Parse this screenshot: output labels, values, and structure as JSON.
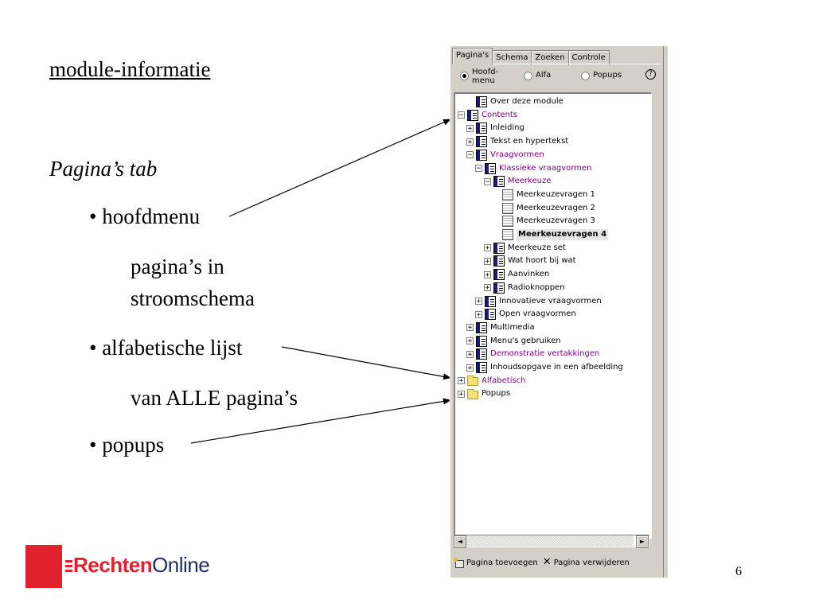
{
  "slide": {
    "title": "module-informatie",
    "subtitle": "Pagina’s tab",
    "bullets": [
      {
        "label": "• hoofdmenu",
        "detail_lines": [
          "pagina’s in",
          "stroomschema"
        ]
      },
      {
        "label": "• alfabetische lijst",
        "detail_lines": [
          "van ALLE pagina’s"
        ]
      },
      {
        "label": "• popups",
        "detail_lines": []
      }
    ],
    "page_number": "6"
  },
  "logo": {
    "part1": "Rechten",
    "part2": "Online",
    "mark": "E"
  },
  "panel": {
    "tabs": [
      "Pagina's",
      "Schema",
      "Zoeken",
      "Controle"
    ],
    "active_tab": "Pagina's",
    "radios": [
      {
        "label_line1": "Hoofd-",
        "label_line2": "menu",
        "checked": true
      },
      {
        "label_line1": "Alfa",
        "label_line2": "",
        "checked": false
      },
      {
        "label_line1": "Popups",
        "label_line2": "",
        "checked": false
      }
    ],
    "help_icon": "question-mark-icon",
    "help_glyph": "?",
    "tree": [
      {
        "label": "Over deze module",
        "icon": "book-icon",
        "expander": "",
        "purple": false,
        "selected": false
      },
      {
        "label": "Contents",
        "icon": "book-icon",
        "expander": "−",
        "purple": true,
        "selected": false
      },
      {
        "label": "Inleiding",
        "icon": "book-icon",
        "expander": "+",
        "purple": false,
        "selected": false
      },
      {
        "label": "Tekst en hypertekst",
        "icon": "book-icon",
        "expander": "+",
        "purple": false,
        "selected": false
      },
      {
        "label": "Vraagvormen",
        "icon": "book-icon",
        "expander": "−",
        "purple": true,
        "selected": false
      },
      {
        "label": "Klassieke vraagvormen",
        "icon": "book-icon",
        "expander": "−",
        "purple": true,
        "selected": false
      },
      {
        "label": "Meerkeuze",
        "icon": "book-icon",
        "expander": "−",
        "purple": true,
        "selected": false
      },
      {
        "label": "Meerkeuzevragen 1",
        "icon": "page-icon",
        "expander": "",
        "purple": false,
        "selected": false
      },
      {
        "label": "Meerkeuzevragen 2",
        "icon": "page-icon",
        "expander": "",
        "purple": false,
        "selected": false
      },
      {
        "label": "Meerkeuzevragen 3",
        "icon": "page-icon",
        "expander": "",
        "purple": false,
        "selected": false
      },
      {
        "label": "Meerkeuzevragen 4",
        "icon": "page-icon",
        "expander": "",
        "purple": false,
        "selected": true
      },
      {
        "label": "Meerkeuze set",
        "icon": "book-icon",
        "expander": "+",
        "purple": false,
        "selected": false
      },
      {
        "label": "Wat hoort bij wat",
        "icon": "book-icon",
        "expander": "+",
        "purple": false,
        "selected": false
      },
      {
        "label": "Aanvinken",
        "icon": "book-icon",
        "expander": "+",
        "purple": false,
        "selected": false
      },
      {
        "label": "Radioknoppen",
        "icon": "book-icon",
        "expander": "+",
        "purple": false,
        "selected": false
      },
      {
        "label": "Innovatieve vraagvormen",
        "icon": "book-icon",
        "expander": "+",
        "purple": false,
        "selected": false
      },
      {
        "label": "Open vraagvormen",
        "icon": "book-icon",
        "expander": "+",
        "purple": false,
        "selected": false
      },
      {
        "label": "Multimedia",
        "icon": "book-icon",
        "expander": "+",
        "purple": false,
        "selected": false
      },
      {
        "label": "Menu's gebruiken",
        "icon": "book-icon",
        "expander": "+",
        "purple": false,
        "selected": false
      },
      {
        "label": "Demonstratie vertakkingen",
        "icon": "book-icon",
        "expander": "+",
        "purple": true,
        "selected": false
      },
      {
        "label": "Inhoudsopgave in een afbeelding",
        "icon": "book-icon",
        "expander": "+",
        "purple": false,
        "selected": false
      },
      {
        "label": "Alfabetisch",
        "icon": "folder-icon",
        "expander": "+",
        "purple": true,
        "selected": false
      },
      {
        "label": "Popups",
        "icon": "folder-icon",
        "expander": "+",
        "purple": false,
        "selected": false
      }
    ],
    "scroll_left_glyph": "◄",
    "scroll_right_glyph": "►",
    "bottom_actions": [
      {
        "label": "Pagina toevoegen",
        "icon": "add-page-icon"
      },
      {
        "label": "Pagina verwijderen",
        "icon": "delete-x-icon",
        "glyph": "✕"
      }
    ]
  },
  "colors": {
    "purple_link": "#800080",
    "logo_red": "#e2212e",
    "logo_navy": "#1f2d69",
    "panel_gray": "#d4d0c8"
  }
}
